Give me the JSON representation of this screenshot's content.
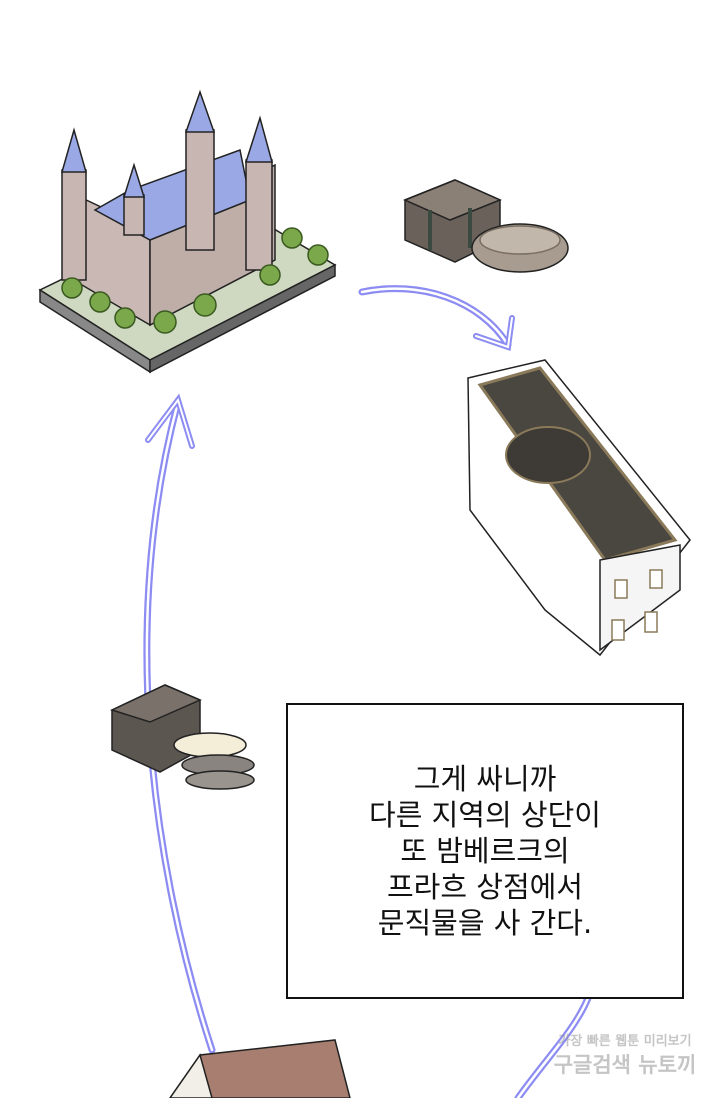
{
  "caption": {
    "lines": [
      "그게 싸니까",
      "다른 지역의 상단이",
      "또 밤베르크의",
      "프라흐 상점에서",
      "문직물을 사 간다."
    ]
  },
  "watermark": {
    "line1": "가장 빠른 웹툰 미리보기",
    "line2": "구글검색 뉴토끼"
  },
  "colors": {
    "arrow": "#8c8cf2",
    "castle_roof": "#9aa9e6",
    "mansion_roof": "#4a4640",
    "crate": "#5c5650"
  }
}
